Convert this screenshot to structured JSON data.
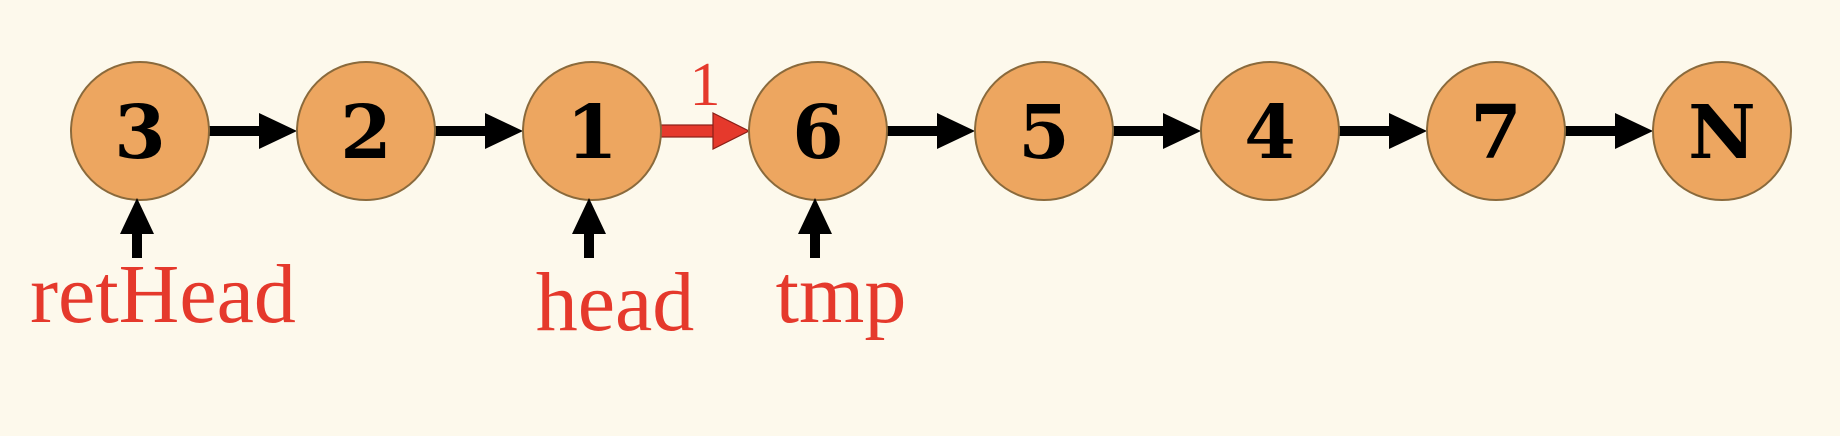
{
  "nodes": [
    {
      "id": "n3",
      "label": "3"
    },
    {
      "id": "n2",
      "label": "2"
    },
    {
      "id": "n1",
      "label": "1"
    },
    {
      "id": "n6",
      "label": "6"
    },
    {
      "id": "n5",
      "label": "5"
    },
    {
      "id": "n4",
      "label": "4"
    },
    {
      "id": "n7",
      "label": "7"
    },
    {
      "id": "nN",
      "label": "N"
    }
  ],
  "links": [
    {
      "from": "n3",
      "to": "n2",
      "highlight": false
    },
    {
      "from": "n2",
      "to": "n1",
      "highlight": false
    },
    {
      "from": "n1",
      "to": "n6",
      "highlight": true,
      "label": "1"
    },
    {
      "from": "n6",
      "to": "n5",
      "highlight": false
    },
    {
      "from": "n5",
      "to": "n4",
      "highlight": false
    },
    {
      "from": "n4",
      "to": "n7",
      "highlight": false
    },
    {
      "from": "n7",
      "to": "nN",
      "highlight": false
    }
  ],
  "pointers": [
    {
      "name": "retHead",
      "target": "n3"
    },
    {
      "name": "head",
      "target": "n1"
    },
    {
      "name": "tmp",
      "target": "n6"
    }
  ],
  "colors": {
    "background": "#fdf9ec",
    "node_fill": "#eda660",
    "arrow": "#000000",
    "highlight": "#e5392c"
  }
}
